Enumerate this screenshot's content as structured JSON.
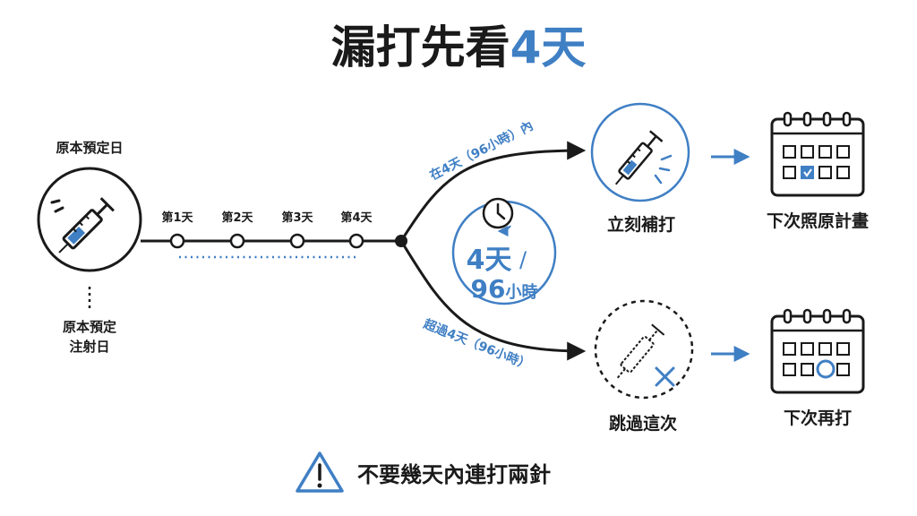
{
  "title": {
    "main": "漏打先看",
    "highlight": "4天"
  },
  "left": {
    "top_label": "原本預定日",
    "bottom_label_line1": "原本預定",
    "bottom_label_line2": "注射日"
  },
  "timeline": {
    "days": [
      "第1天",
      "第2天",
      "第3天",
      "第4天"
    ]
  },
  "branches": {
    "upper_label": "在4天（96小時）內",
    "lower_label": "超過4天（96小時）"
  },
  "center": {
    "line1": "4天",
    "slash": "/",
    "line2_num": "96",
    "line2_unit": "小時"
  },
  "outcomes": {
    "upper_action": "立刻補打",
    "upper_next": "下次照原計畫",
    "lower_action": "跳過這次",
    "lower_next": "下次再打"
  },
  "warning": {
    "text": "不要幾天內連打兩針"
  },
  "colors": {
    "accent": "#3f7fc4",
    "ink": "#1a1a1a"
  }
}
